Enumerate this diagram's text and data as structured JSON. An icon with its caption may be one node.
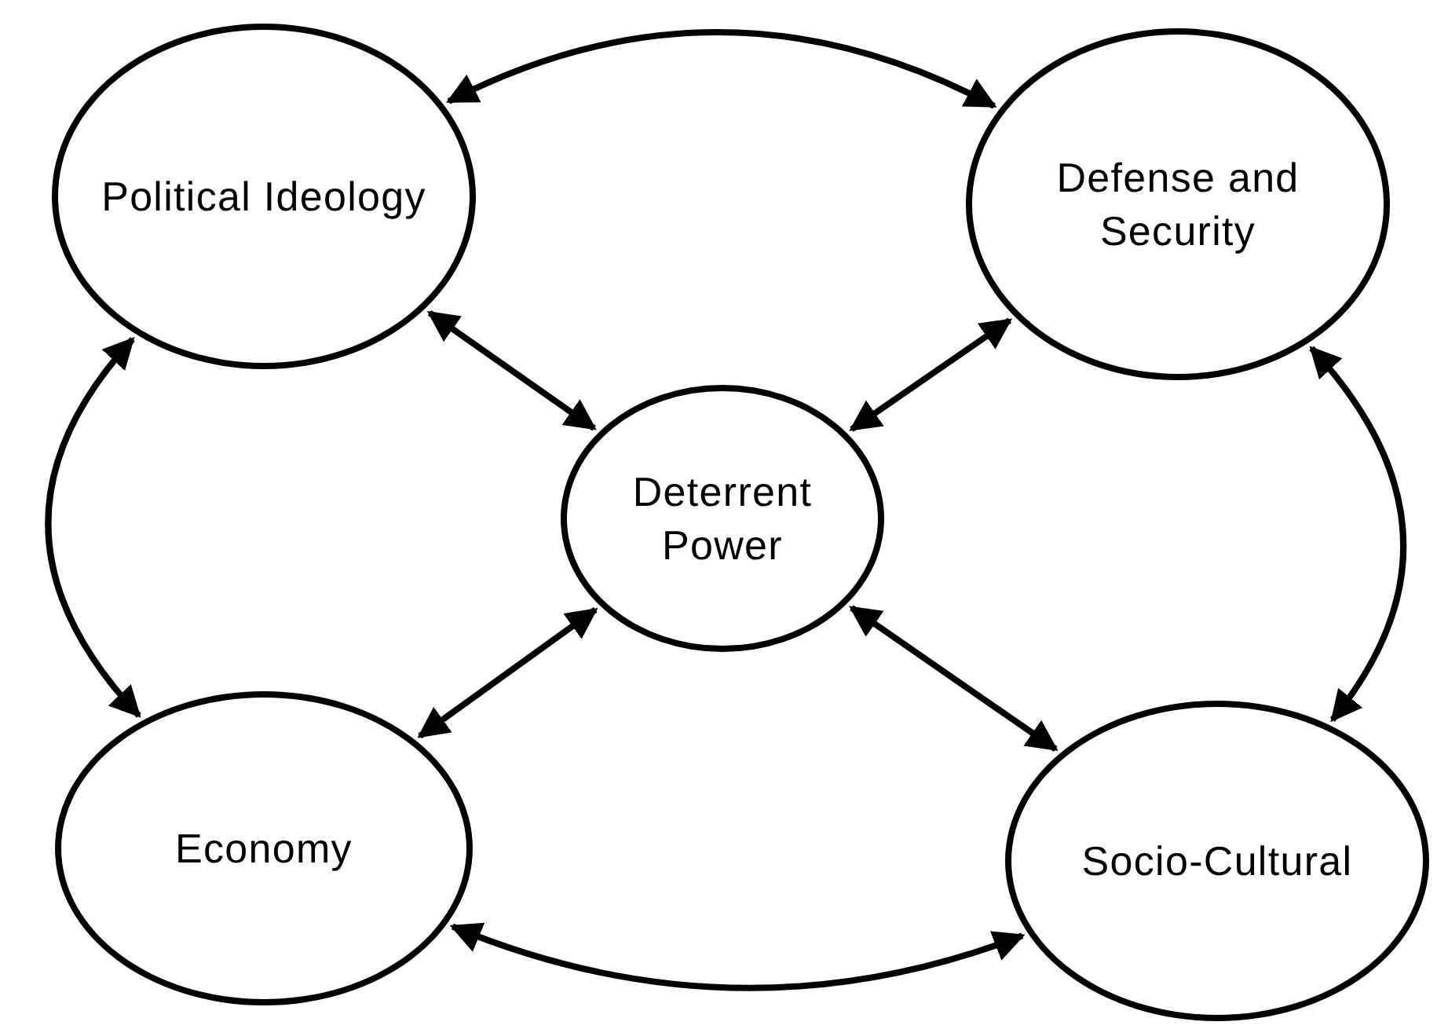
{
  "diagram": {
    "nodes": [
      {
        "text": [
          "Political Ideology"
        ]
      },
      {
        "text": [
          "Defense and Security"
        ]
      },
      {
        "text": [
          "Deterrent Power"
        ]
      },
      {
        "text": [
          "Economy"
        ]
      },
      {
        "text": [
          "Socio-Cultural"
        ]
      }
    ],
    "edges": [
      {
        "from": 0,
        "to": 1,
        "arrow": "both"
      },
      {
        "from": 0,
        "to": 2,
        "arrow": "both"
      },
      {
        "from": 1,
        "to": 2,
        "arrow": "both"
      },
      {
        "from": 0,
        "to": 3,
        "arrow": "both"
      },
      {
        "from": 1,
        "to": 4,
        "arrow": "both"
      },
      {
        "from": 2,
        "to": 3,
        "arrow": "both"
      },
      {
        "from": 2,
        "to": 4,
        "arrow": "both"
      },
      {
        "from": 3,
        "to": 4,
        "arrow": "both"
      }
    ]
  }
}
